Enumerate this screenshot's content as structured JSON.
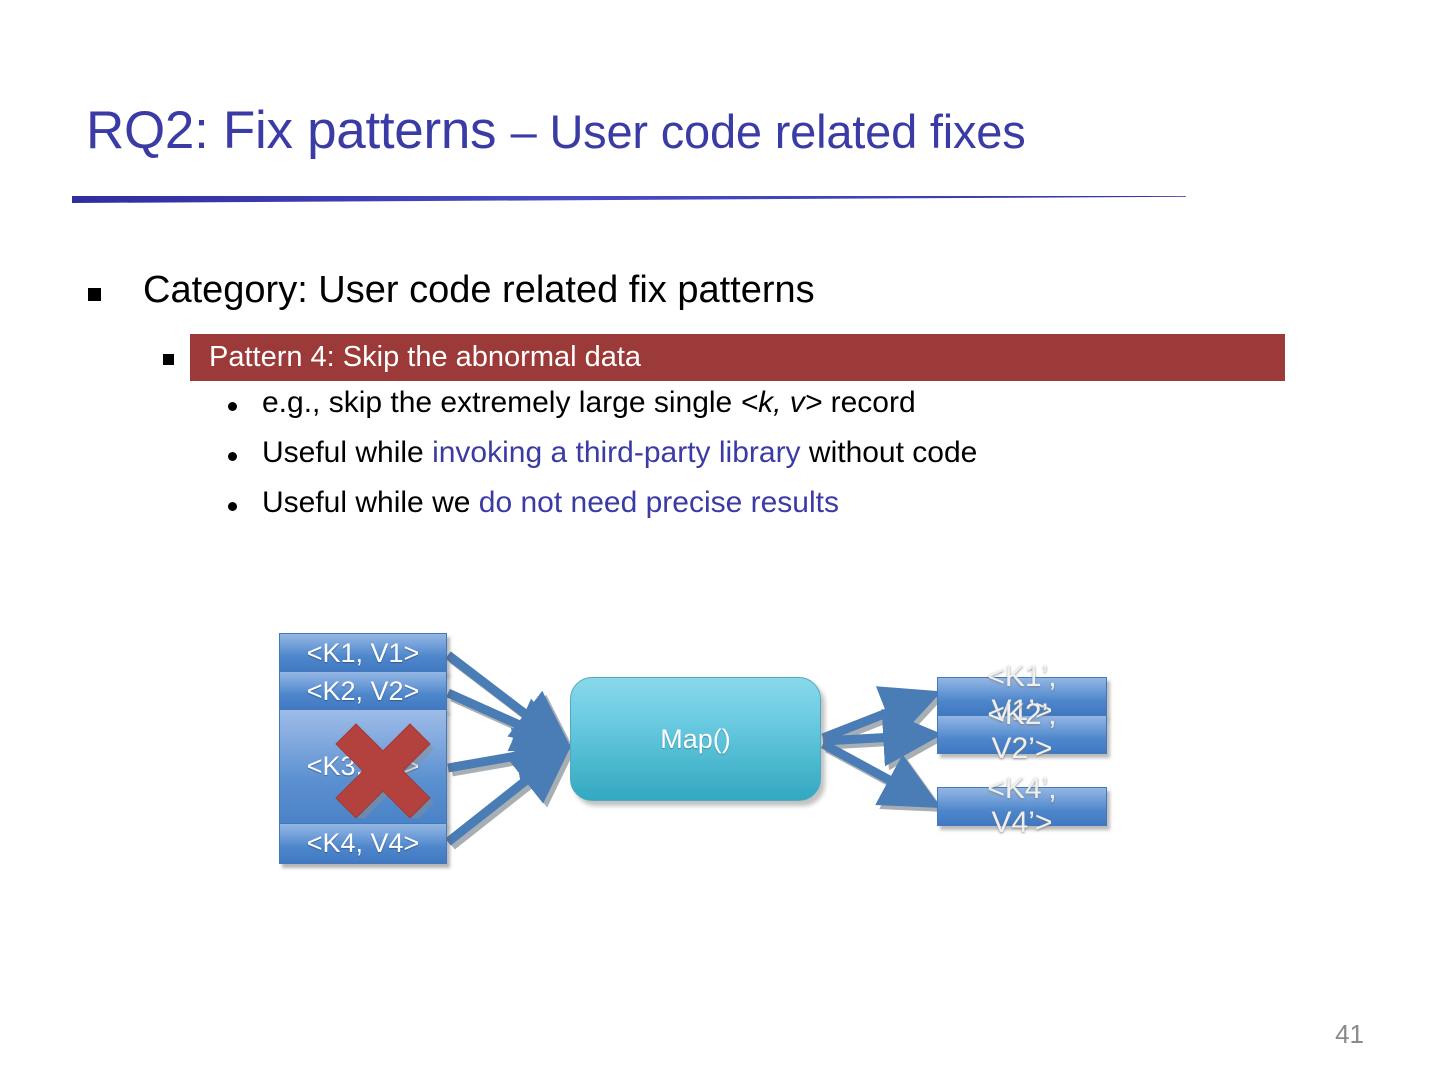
{
  "slide": {
    "title_main": "RQ2: Fix patterns ",
    "title_sub": "– User code related fixes",
    "page_number": "41",
    "accent_blue": "#3B3BA5",
    "highlight_maroon": "#9B3A38"
  },
  "bullets": {
    "level1": "Category: User code related fix patterns",
    "pattern_band": "Pattern 4: Skip the abnormal data",
    "sub": [
      {
        "parts": [
          {
            "text": "e.g., skip the extremely large single ",
            "style": "plain"
          },
          {
            "text": "<k, v>",
            "style": "italic"
          },
          {
            "text": " record",
            "style": "plain"
          }
        ]
      },
      {
        "parts": [
          {
            "text": "Useful while ",
            "style": "plain"
          },
          {
            "text": "invoking a third-party library",
            "style": "blue"
          },
          {
            "text": " without code",
            "style": "plain"
          }
        ]
      },
      {
        "parts": [
          {
            "text": "Useful while we ",
            "style": "plain"
          },
          {
            "text": "do not need precise results",
            "style": "blue"
          }
        ]
      }
    ]
  },
  "diagram": {
    "inputs": [
      {
        "label": "<K1, V1>"
      },
      {
        "label": "<K2, V2>"
      },
      {
        "label": "<K3, V3>"
      },
      {
        "label": "<K4, V4>"
      }
    ],
    "skipped_input_index": 2,
    "processor": "Map()",
    "outputs": [
      {
        "label": "<K1’,\nV1’>"
      },
      {
        "label": "<K2’,\nV2’>"
      },
      {
        "label": "<K4’,\nV4’>"
      }
    ],
    "box_blue": "#4d86cb",
    "map_cyan": "#47b6cd",
    "x_red": "#b3413d",
    "arrow_blue": "#416fa8"
  }
}
